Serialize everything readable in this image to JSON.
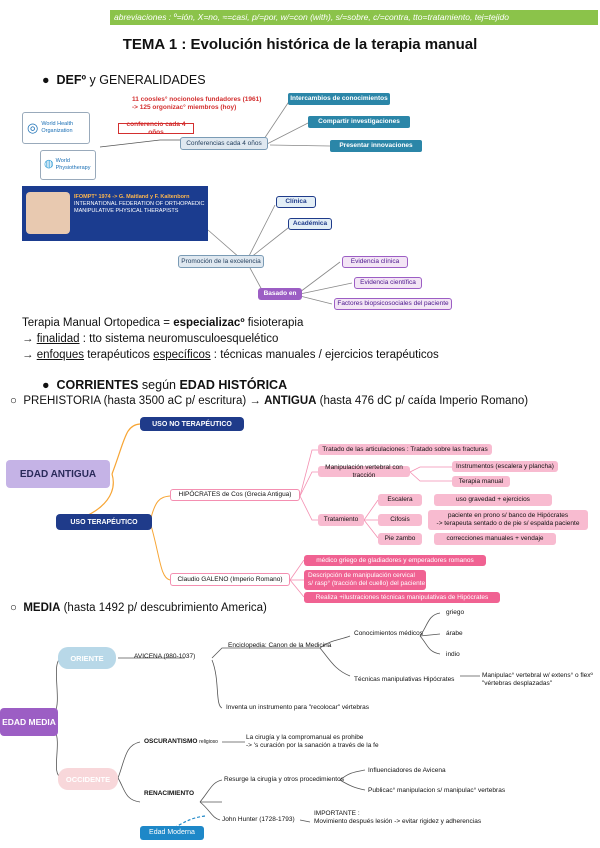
{
  "abbreviations": "abreviaciones : º=ión, X=no, ≈=casi, p/=por, w/=con (with), s/=sobre, c/=contra, tto=tratamiento, tej=tejido",
  "title": "TEMA 1 : Evolución histórica de la terapia manual",
  "section1": {
    "heading_bold": "DEFº",
    "heading_rest": " y GENERALIDADES",
    "diagram": {
      "who": "World Health Organization",
      "wpt": "World Physiotherapy",
      "founded_note_1": "11 coosles° nocionoles fundadores (1961)",
      "founded_note_2": "-> 125 orgonizac° miembros (hoy)",
      "conference": "conferencio cada 4 oños",
      "conferences": "Conferencias cada 4 oños",
      "exchange": "Intercambios de conocimientos",
      "share": "Compartir investigaciones",
      "present": "Presentar innovaciones",
      "ifompt_1": "IFOMPT° 1974 -> G. Maitland y F. Kaltenborn",
      "ifompt_2": "INTERNATIONAL FEDERATION OF ORTHOPAEDIC",
      "ifompt_3": "MANIPULATIVE PHYSICAL THERAPISTS",
      "promotion": "Promoción de la excelencia",
      "clinica": "Clínica",
      "academica": "Académica",
      "based": "Basado en",
      "evid_clin": "Evidencia clínica",
      "evid_cien": "Evidencia científica",
      "factores": "Factores biopsicosociales del paciente"
    },
    "text_1_pre": "Terapia Manual Ortopedica = ",
    "text_1_bold": "especializacº",
    "text_1_post": " fisioterapia",
    "text_2_arrow": "→ ",
    "text_2_u": "finalidad",
    "text_2_post": " : tto sistema neuromusculoesquelético",
    "text_3_arrow": "→ ",
    "text_3_u": "enfoques",
    "text_3_mid": " terapéuticos ",
    "text_3_u2": "específicos",
    "text_3_post": " : técnicas manuales / ejercicios terapéuticos"
  },
  "section2": {
    "heading_bold": "CORRIENTES",
    "heading_n": " según ",
    "heading_bold2": "EDAD HISTÓRICA",
    "prehistory_pre": "PREHISTORIA (hasta 3500 aC p/ escritura) → ",
    "prehistory_bold": "ANTIGUA",
    "prehistory_post": " (hasta 476 dC p/ caída Imperio Romano)",
    "antigua": {
      "root": "EDAD ANTIGUA",
      "no_ther": "USO NO TERAPÉUTICO",
      "ther": "USO TERAPÉUTICO",
      "hipocrates": "HIPÓCRATES de Cos (Grecia Antigua)",
      "tratado": "Tratado de las articulaciones : Tratado sobre las fracturas",
      "manip": "Manipulación vertebral con tracción",
      "instr": "Instrumentos (escalera y plancha)",
      "terapia": "Terapia manual",
      "tratamiento": "Tratamiento",
      "escalera": "Escalera",
      "escalera_d": "uso gravedad + ejercicios",
      "cifosis": "Cifosis",
      "cifosis_d1": "paciente en prono s/ banco de Hipócrates",
      "cifosis_d2": "-> terapeuta sentado o de pie s/ espalda paciente",
      "pie": "Pie zambo",
      "pie_d": "correcciones manuales + vendaje",
      "galeno": "Claudio GALENO (Imperio Romano)",
      "galeno_1": "médico griego de gladiadores y emperadores romanos",
      "galeno_2a": "Descripción de manipulación cervical",
      "galeno_2b": "s/ rasp° (tracción del cuello) del paciente",
      "galeno_3": "Realiza +ilustraciones técnicas manipulativas de Hipócrates"
    },
    "media_bold": "MEDIA",
    "media_post": " (hasta 1492 p/ descubrimiento America)",
    "media": {
      "root": "EDAD MEDIA",
      "oriente": "ORIENTE",
      "avicena": "AVICENA (980-1037)",
      "enciclo": "Enciclopedia: Canon de la Medicina",
      "conoc": "Conocimientos médicos",
      "griego": "griego",
      "arabe": "árabe",
      "indio": "indio",
      "tecnicas": "Técnicas manipulativas Hipócrates",
      "manip_1": "Manipulac° vertebral w/ extens° o flexº",
      "manip_2": "\"vértebras desplazadas\"",
      "inventa": "Inventa un instrumento para \"recolocar\" vértebras",
      "occidente": "OCCIDENTE",
      "oscur": "OSCURANTISMO",
      "oscur_s": "religioso",
      "cirugia_1": "La cirugía y la compromanual es prohibe",
      "cirugia_2": "-> 's curación por la sanación a través de la fe",
      "renac": "RENACIMIENTO",
      "resurge": "Resurge la cirugía y otros procedimientos",
      "influ": "Influenciadores de Avicena",
      "public": "Publicac° manipulacion s/ manipulac° vertebras",
      "hunter": "John Hunter (1728-1793)",
      "importante_1": "IMPORTANTE :",
      "importante_2": "Movimiento después lesión -> evitar rigidez y adherencias",
      "moderna": "Edad Moderna"
    }
  },
  "colors": {
    "abbr_bg": "#8bc34a",
    "blue_box": "#1e88c8",
    "teal_box": "#2b86a8",
    "ifompt_bg": "#1b3c8f",
    "purple": "#9c5ec4",
    "pink": "#f8bbd0",
    "orange": "#f7a534",
    "navy": "#1f3b8a"
  }
}
